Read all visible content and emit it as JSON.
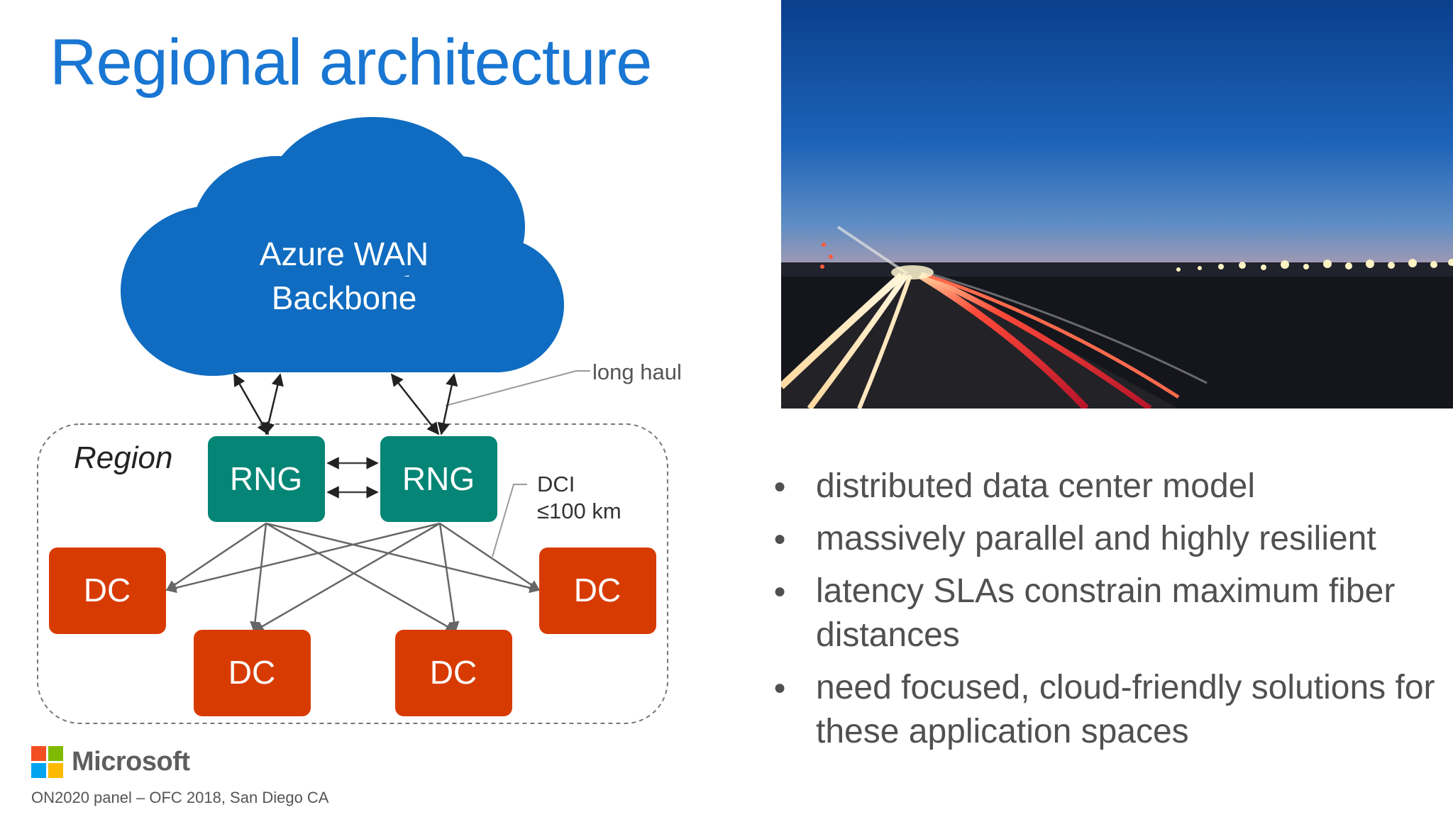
{
  "slide": {
    "title": "Regional architecture",
    "footer": "ON2020 panel – OFC 2018, San Diego CA",
    "logo_text": "Microsoft"
  },
  "diagram": {
    "cloud_label_line1": "Azure WAN",
    "cloud_label_line2": "Backbone",
    "long_haul_label": "long haul",
    "region_label": "Region",
    "rng_label": "RNG",
    "dc_label": "DC",
    "dci_line1": "DCI",
    "dci_line2": "≤100 km",
    "colors": {
      "cloud": "#0f6cc0",
      "rng": "#048575",
      "dc": "#d83b01",
      "title": "#1976d2"
    }
  },
  "photo": {
    "icon": "highway-night-photo"
  },
  "bullets": [
    "distributed data center model",
    "massively parallel and highly resilient",
    "latency SLAs constrain maximum fiber distances",
    "need focused, cloud-friendly solutions for these application spaces"
  ]
}
